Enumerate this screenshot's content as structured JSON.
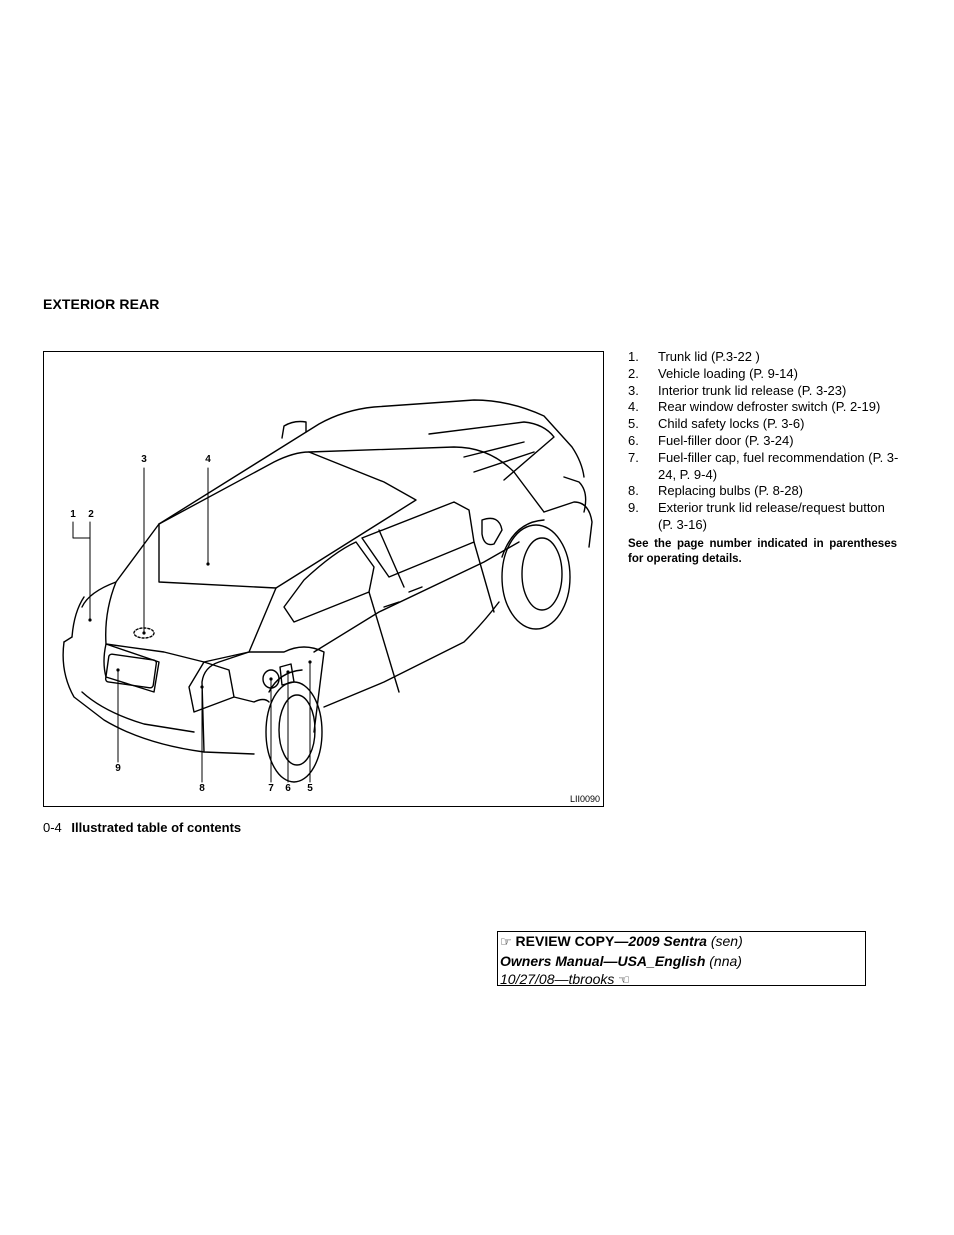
{
  "section": {
    "heading": "EXTERIOR REAR"
  },
  "figure": {
    "code": "LII0090",
    "callouts": [
      "1",
      "2",
      "3",
      "4",
      "5",
      "6",
      "7",
      "8",
      "9"
    ]
  },
  "items": [
    {
      "num": "1.",
      "text": "Trunk lid (P.3-22 )"
    },
    {
      "num": "2.",
      "text": "Vehicle loading (P. 9-14)"
    },
    {
      "num": "3.",
      "text": "Interior trunk lid release (P. 3-23)"
    },
    {
      "num": "4.",
      "text": "Rear window defroster switch (P. 2-19)"
    },
    {
      "num": "5.",
      "text": "Child safety locks (P. 3-6)"
    },
    {
      "num": "6.",
      "text": "Fuel-filler door (P. 3-24)"
    },
    {
      "num": "7.",
      "text": "Fuel-filler cap, fuel recommendation (P. 3-24, P. 9-4)"
    },
    {
      "num": "8.",
      "text": "Replacing bulbs (P. 8-28)"
    },
    {
      "num": "9.",
      "text": "Exterior trunk lid release/request button (P. 3-16)"
    }
  ],
  "note": "See the page number indicated in parentheses for operating details.",
  "footer": {
    "page": "0-4",
    "title": "Illustrated table of contents"
  },
  "review": {
    "hand_right": "☞",
    "hand_left": "☜",
    "label": "REVIEW COPY—",
    "model": "2009 Sentra",
    "model_code": "(sen)",
    "manual": "Owners Manual—USA_English",
    "manual_code": "(nna)",
    "date_line": "10/27/08—tbrooks"
  }
}
